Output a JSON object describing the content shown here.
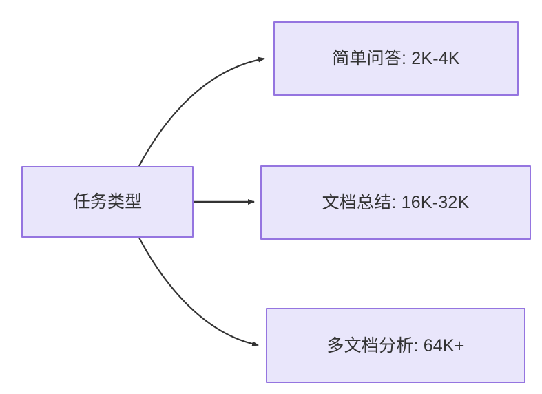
{
  "diagram": {
    "type": "flowchart",
    "direction": "left-to-right",
    "background_color": "#ffffff",
    "node_fill_color": "#e9e6fb",
    "node_border_color": "#9575e0",
    "node_text_color": "#333333",
    "edge_color": "#333333",
    "source": {
      "id": "task-type",
      "label": "任务类型"
    },
    "targets": [
      {
        "id": "simple-qa",
        "label": "简单问答: 2K-4K",
        "edge_style": "curved-up"
      },
      {
        "id": "doc-summary",
        "label": "文档总结: 16K-32K",
        "edge_style": "straight"
      },
      {
        "id": "multi-doc",
        "label": "多文档分析: 64K+",
        "edge_style": "curved-down"
      }
    ]
  }
}
